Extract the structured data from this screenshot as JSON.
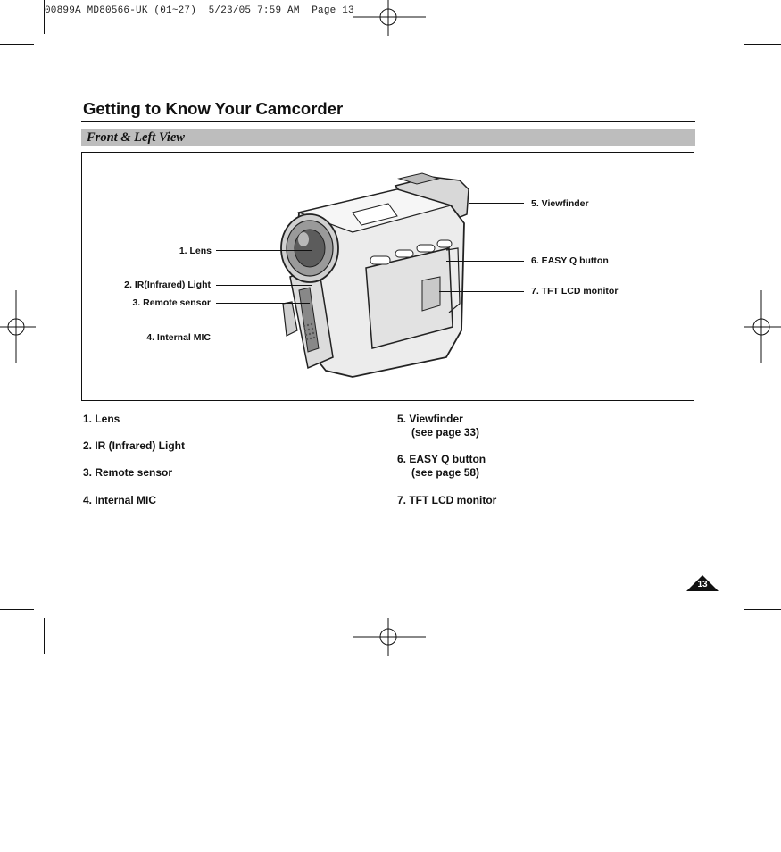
{
  "print_header": "00899A MD80566-UK (01~27)  5/23/05 7:59 AM  Page 13",
  "page_title": "Getting to Know Your Camcorder",
  "section_title": "Front & Left View",
  "callouts_left": [
    {
      "label": "1. Lens"
    },
    {
      "label": "2. IR(Infrared) Light"
    },
    {
      "label": "3. Remote sensor"
    },
    {
      "label": "4. Internal MIC"
    }
  ],
  "callouts_right": [
    {
      "label": "5. Viewfinder"
    },
    {
      "label": "6. EASY Q button"
    },
    {
      "label": "7. TFT LCD monitor"
    }
  ],
  "legend_left": [
    {
      "text": "1.  Lens"
    },
    {
      "text": "2.  IR (Infrared) Light"
    },
    {
      "text": "3.  Remote sensor"
    },
    {
      "text": "4.  Internal MIC"
    }
  ],
  "legend_right": [
    {
      "text": "5.  Viewfinder",
      "sub": "(see page 33)"
    },
    {
      "text": "6.  EASY Q button",
      "sub": "(see page 58)"
    },
    {
      "text": "7.  TFT LCD monitor"
    }
  ],
  "page_number": "13"
}
